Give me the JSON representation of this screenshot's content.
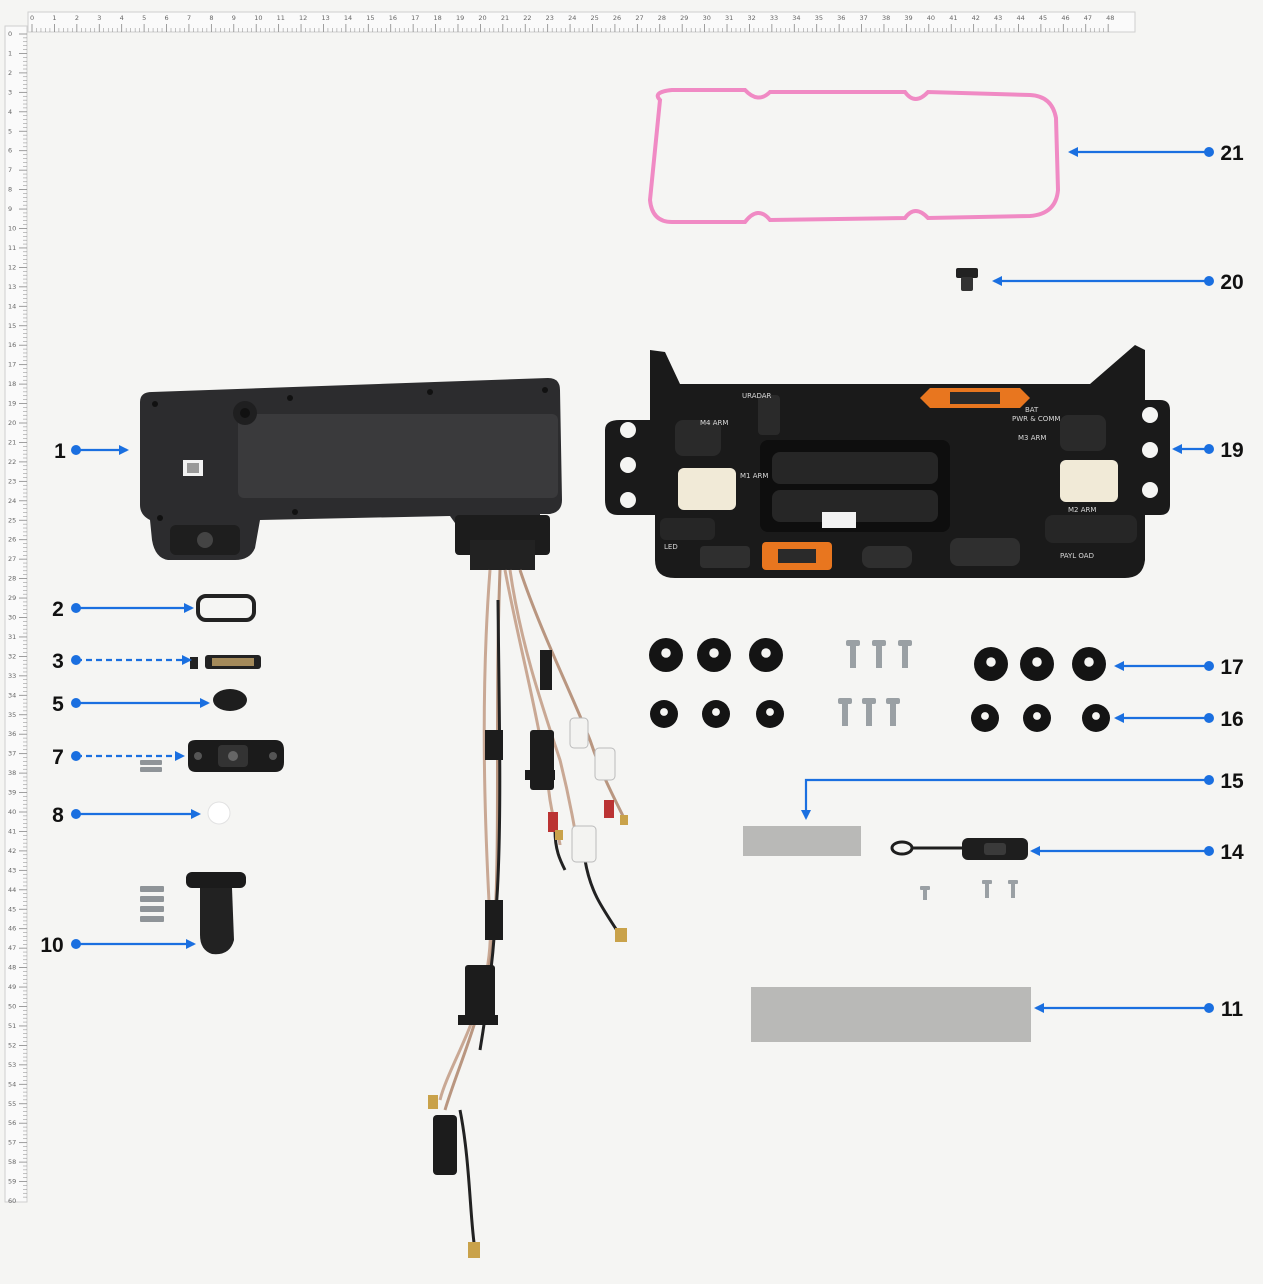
{
  "callouts": [
    {
      "id": "1",
      "label": "1"
    },
    {
      "id": "2",
      "label": "2"
    },
    {
      "id": "3",
      "label": "3"
    },
    {
      "id": "5",
      "label": "5"
    },
    {
      "id": "7",
      "label": "7"
    },
    {
      "id": "8",
      "label": "8"
    },
    {
      "id": "10",
      "label": "10"
    },
    {
      "id": "11",
      "label": "11"
    },
    {
      "id": "14",
      "label": "14"
    },
    {
      "id": "15",
      "label": "15"
    },
    {
      "id": "16",
      "label": "16"
    },
    {
      "id": "17",
      "label": "17"
    },
    {
      "id": "19",
      "label": "19"
    },
    {
      "id": "20",
      "label": "20"
    },
    {
      "id": "21",
      "label": "21"
    }
  ],
  "pcb_labels": {
    "m4_arm": "M4 ARM",
    "m3_arm": "M3 ARM",
    "m1_arm": "M1 ARM",
    "m2_arm": "M2 ARM",
    "bat": "BAT",
    "pwr_comm": "PWR & COMM",
    "uradar": "URADAR",
    "led": "LED",
    "payl_oad": "PAYL OAD"
  },
  "ruler": {
    "top_numbers": [
      "0",
      "1",
      "2",
      "3",
      "4",
      "5",
      "6",
      "7",
      "8",
      "9",
      "10",
      "11",
      "12",
      "13",
      "14",
      "15",
      "16",
      "17",
      "18",
      "19",
      "20",
      "21",
      "22",
      "23",
      "24",
      "25",
      "26",
      "27",
      "28",
      "29",
      "30",
      "31",
      "32",
      "33",
      "34",
      "35",
      "36",
      "37",
      "38",
      "39",
      "40",
      "41",
      "42",
      "43",
      "44",
      "45",
      "46",
      "47",
      "48"
    ],
    "left_numbers": [
      "0",
      "1",
      "2",
      "3",
      "4",
      "5",
      "6",
      "7",
      "8",
      "9",
      "10",
      "11",
      "12",
      "13",
      "14",
      "15",
      "16",
      "17",
      "18",
      "19",
      "20",
      "21",
      "22",
      "23",
      "24",
      "25",
      "26",
      "27",
      "28",
      "29",
      "30",
      "31",
      "32",
      "33",
      "34",
      "35",
      "36",
      "37",
      "38",
      "39",
      "40",
      "41",
      "42",
      "43",
      "44",
      "45",
      "46",
      "47",
      "48",
      "49",
      "50",
      "51",
      "52",
      "53",
      "54",
      "55",
      "56",
      "57",
      "58",
      "59",
      "60"
    ]
  },
  "colors": {
    "arrow": "#1a6fe0",
    "background": "#f5f5f3",
    "gasket": "#f08ac4",
    "pcb": "#1a1a1a",
    "orange_connector": "#e8761f",
    "thermal_pad": "#b9b9b7"
  }
}
